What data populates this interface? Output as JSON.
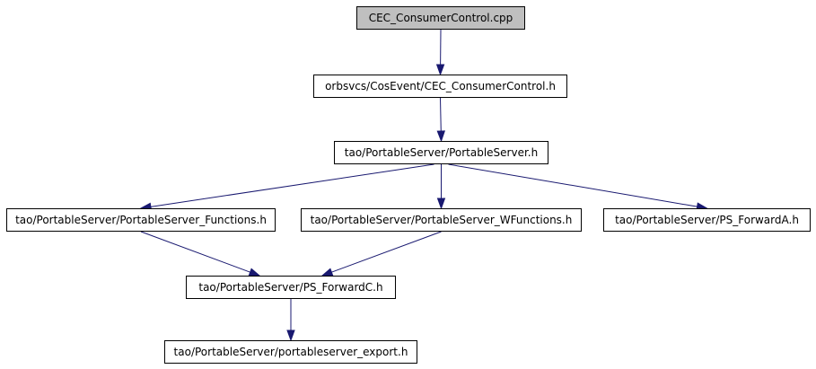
{
  "diagram": {
    "nodes": [
      {
        "id": "n0",
        "label": "CEC_ConsumerControl.cpp",
        "highlighted": true
      },
      {
        "id": "n1",
        "label": "orbsvcs/CosEvent/CEC_ConsumerControl.h"
      },
      {
        "id": "n2",
        "label": "tao/PortableServer/PortableServer.h"
      },
      {
        "id": "n3",
        "label": "tao/PortableServer/PortableServer_Functions.h"
      },
      {
        "id": "n4",
        "label": "tao/PortableServer/PortableServer_WFunctions.h"
      },
      {
        "id": "n5",
        "label": "tao/PortableServer/PS_ForwardA.h"
      },
      {
        "id": "n6",
        "label": "tao/PortableServer/PS_ForwardC.h"
      },
      {
        "id": "n7",
        "label": "tao/PortableServer/portableserver_export.h"
      }
    ],
    "edges": [
      {
        "from": "n0",
        "to": "n1"
      },
      {
        "from": "n1",
        "to": "n2"
      },
      {
        "from": "n2",
        "to": "n3"
      },
      {
        "from": "n2",
        "to": "n4"
      },
      {
        "from": "n2",
        "to": "n5"
      },
      {
        "from": "n3",
        "to": "n6"
      },
      {
        "from": "n4",
        "to": "n6"
      },
      {
        "from": "n6",
        "to": "n7"
      }
    ],
    "colors": {
      "edge": "#191970",
      "root_fill": "#bfbfbf",
      "node_fill": "#ffffff",
      "node_border": "#000000"
    }
  }
}
